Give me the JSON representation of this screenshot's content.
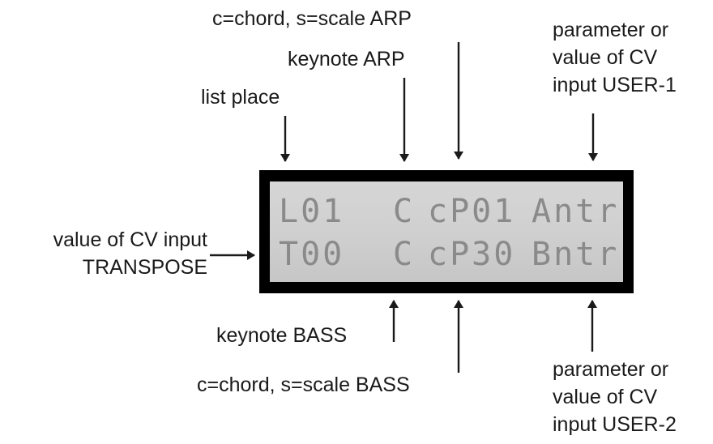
{
  "labels": {
    "chord_scale_arp": "c=chord, s=scale  ARP",
    "keynote_arp": "keynote ARP",
    "list_place": "list place",
    "user1_line1": "parameter or",
    "user1_line2": "value of CV",
    "user1_line3": "input USER-1",
    "transpose_line1": "value of CV input",
    "transpose_line2": "TRANSPOSE",
    "keynote_bass": "keynote BASS",
    "chord_scale_bass": "c=chord, s=scale  BASS",
    "user2_line1": "parameter or",
    "user2_line2": "value of CV",
    "user2_line3": "input USER-2"
  },
  "lcd": {
    "row1": {
      "list_place": "L01",
      "keynote": "C",
      "pattern": "cP01",
      "user": "Antr"
    },
    "row2": {
      "transpose": "T00",
      "keynote": "C",
      "pattern": "cP30",
      "user": "Bntr"
    }
  },
  "colors": {
    "lcd_frame": "#000000",
    "lcd_text": "#8a8a8a",
    "lcd_bg": "#d0d0d0",
    "ink": "#1a1a1a"
  }
}
